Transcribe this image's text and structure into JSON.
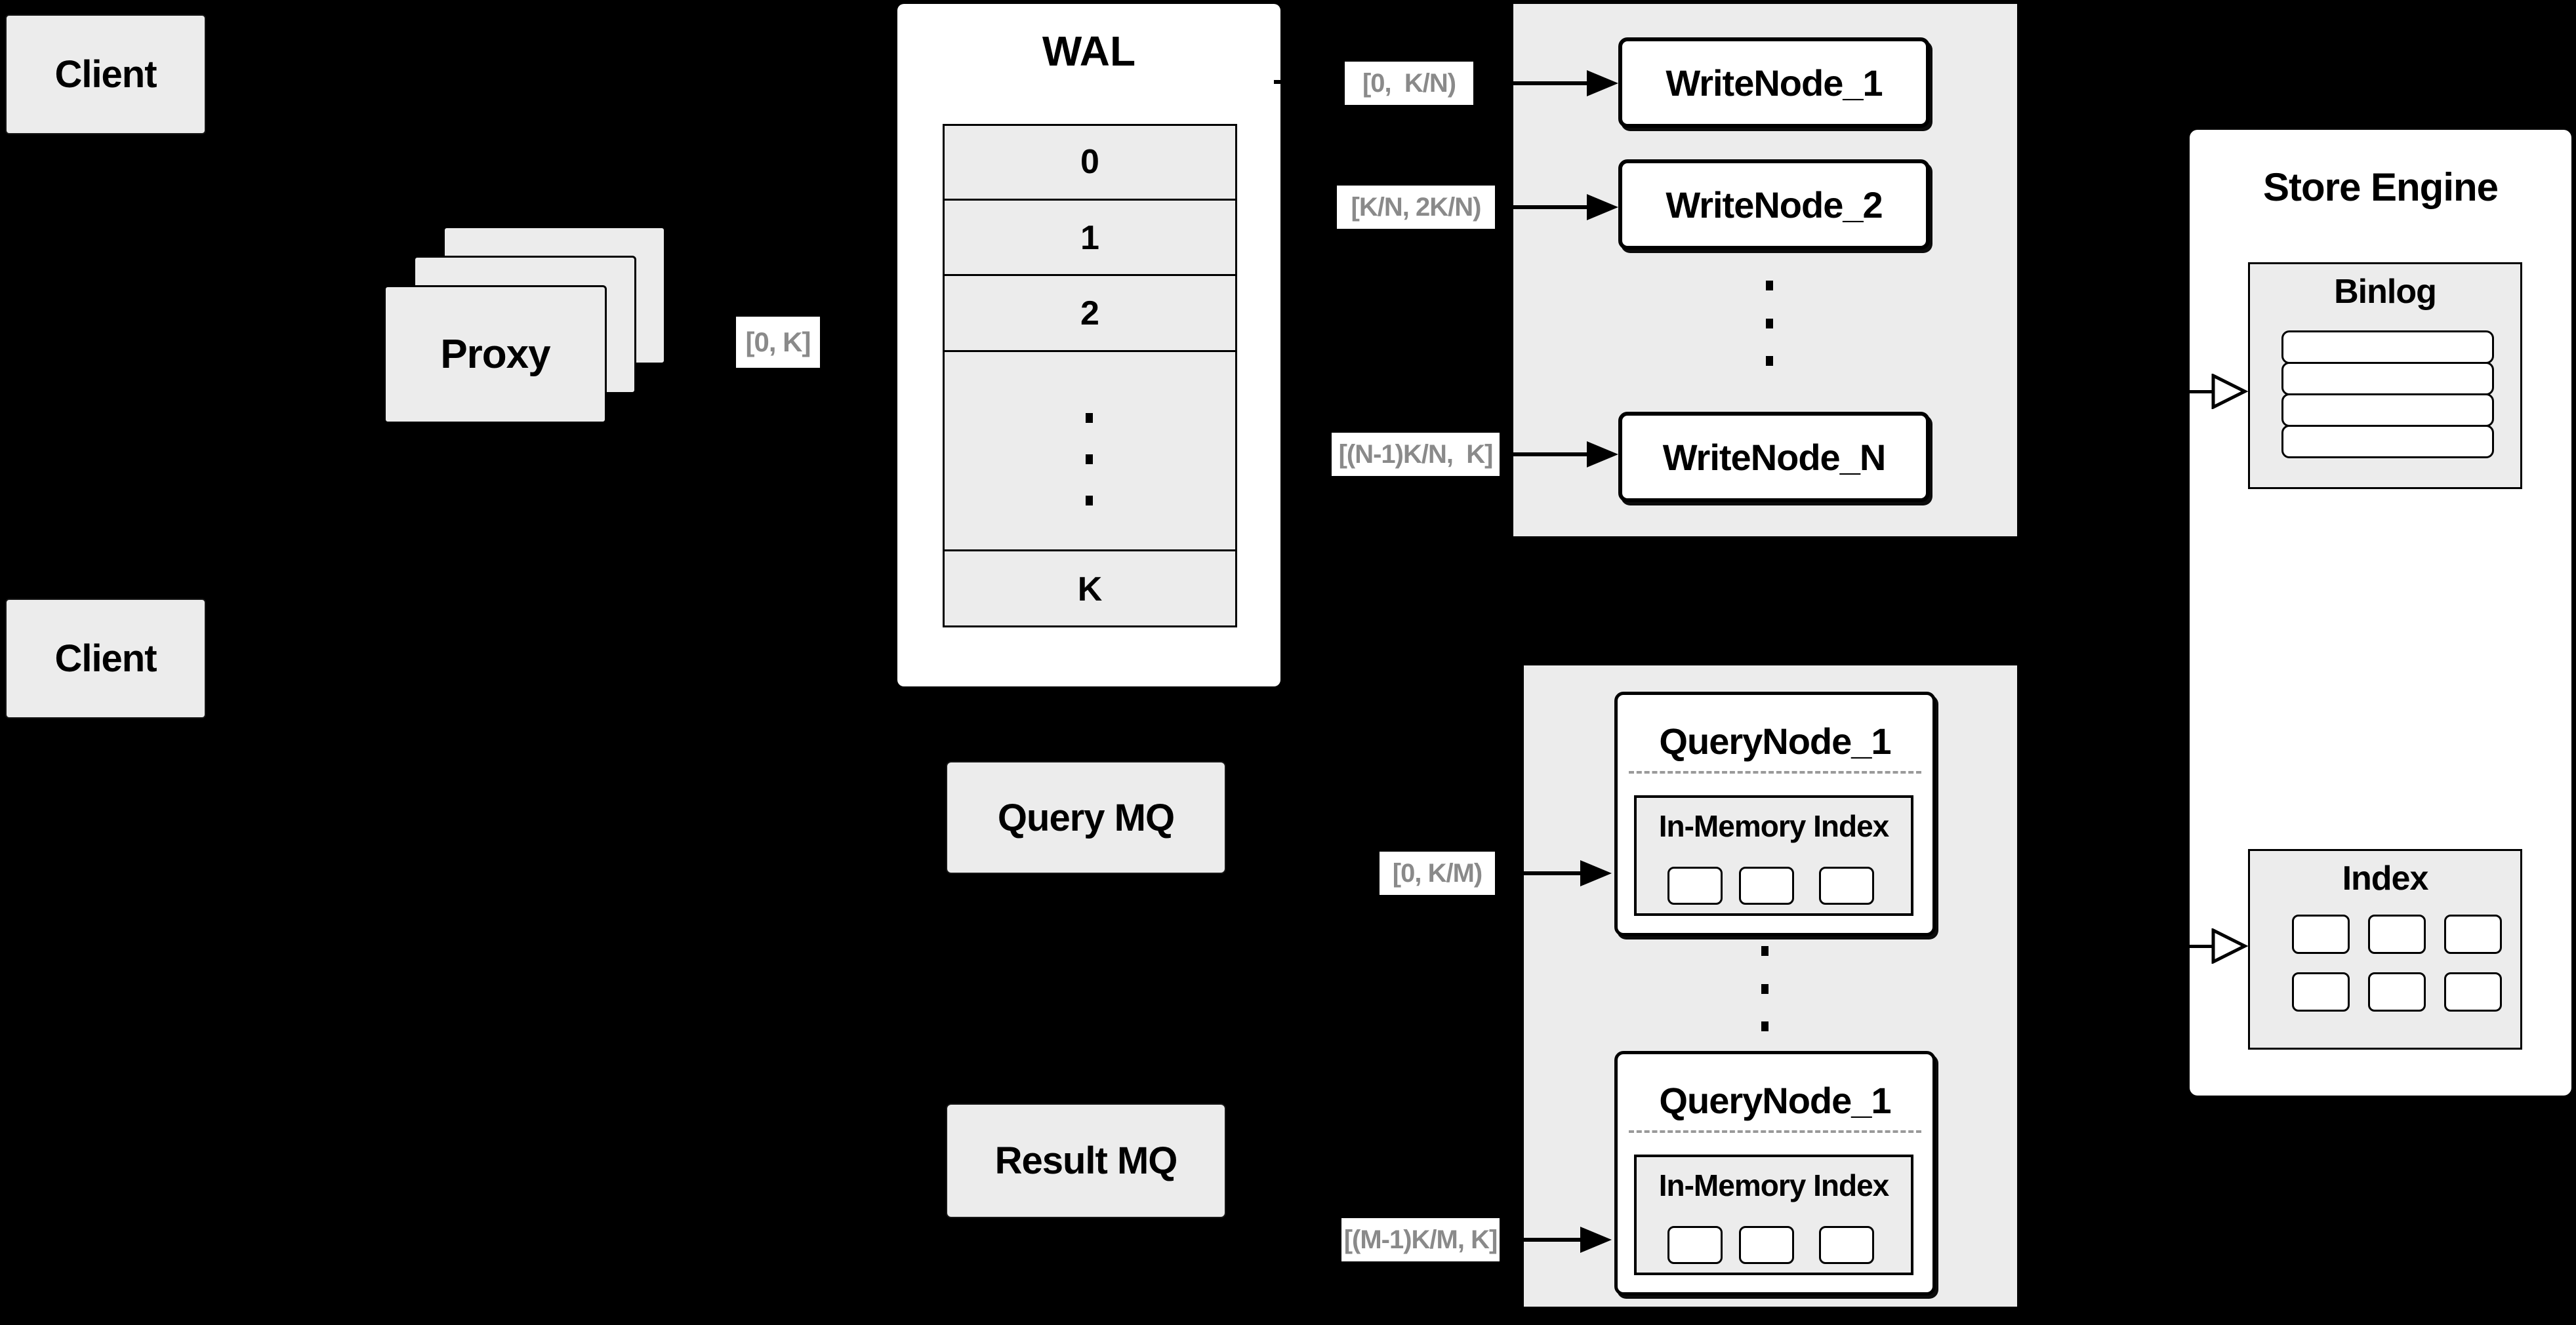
{
  "colors": {
    "background": "#000000",
    "panel_gray": "#ececec",
    "box_white": "#ffffff",
    "line_black": "#000000",
    "range_label_text": "#8a8a8a",
    "dashed_separator": "#9a9a9a"
  },
  "clients": {
    "top": "Client",
    "bottom": "Client"
  },
  "proxy": {
    "label": "Proxy"
  },
  "wal": {
    "title": "WAL",
    "rows": [
      "0",
      "1",
      "2",
      "K"
    ]
  },
  "range_labels": {
    "proxy_to_wal": "[0, K]",
    "wal_to_writenode_1": "[0,  K/N)",
    "wal_to_writenode_2": "[K/N, 2K/N)",
    "wal_to_writenode_n": "[(N-1)K/N,  K]",
    "query_mq_to_querynode_1": "[0, K/M)",
    "query_mq_to_querynode_m": "[(M-1)K/M, K]"
  },
  "write_nodes": {
    "node_1": "WriteNode_1",
    "node_2": "WriteNode_2",
    "node_n": "WriteNode_N"
  },
  "query_nodes": {
    "node_top": "QueryNode_1",
    "node_bottom": "QueryNode_1",
    "in_memory_index": "In-Memory Index"
  },
  "mq": {
    "query": "Query MQ",
    "result": "Result MQ"
  },
  "store_engine": {
    "title": "Store Engine",
    "binlog": "Binlog",
    "index": "Index"
  }
}
